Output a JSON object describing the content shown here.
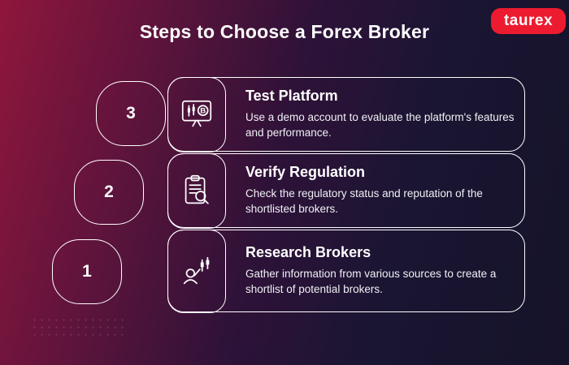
{
  "page": {
    "title": "Steps to Choose a Forex Broker",
    "logo_text": "taurex"
  },
  "colors": {
    "bg_left": "#8f163c",
    "bg_right": "#151329",
    "outline": "#ffffff",
    "logo_red": "#ed1b2f"
  },
  "steps": [
    {
      "number": "3",
      "title": "Test Platform",
      "description": "Use a demo account to evaluate the platform's features and performance.",
      "icon": "monitor-chart-icon"
    },
    {
      "number": "2",
      "title": "Verify Regulation",
      "description": "Check the regulatory status and reputation of the shortlisted brokers.",
      "icon": "clipboard-search-icon"
    },
    {
      "number": "1",
      "title": "Research Brokers",
      "description": "Gather information from various sources to create a shortlist of potential brokers.",
      "icon": "person-chart-icon"
    }
  ]
}
